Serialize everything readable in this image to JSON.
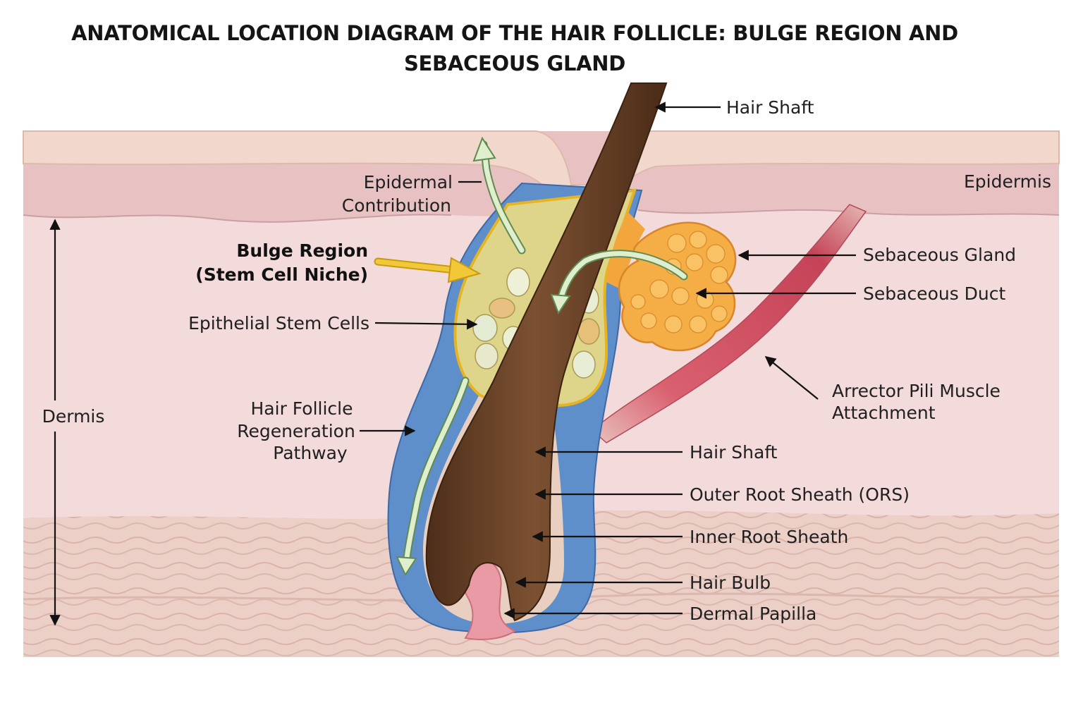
{
  "title": {
    "line1": "ANATOMICAL LOCATION DIAGRAM OF THE HAIR FOLLICLE: BULGE REGION AND",
    "line2": "SEBACEOUS GLAND"
  },
  "labels": {
    "hair_shaft_top": "Hair Shaft",
    "epidermis": "Epidermis",
    "epidermal_contribution_1": "Epidermal",
    "epidermal_contribution_2": "Contribution",
    "bulge_region_1": "Bulge Region",
    "bulge_region_2": "(Stem Cell Niche)",
    "epithelial_stem_cells": "Epithelial Stem Cells",
    "dermis": "Dermis",
    "regeneration_1": "Hair Follicle",
    "regeneration_2": "Regeneration",
    "regeneration_3": "Pathway",
    "sebaceous_gland": "Sebaceous Gland",
    "sebaceous_duct": "Sebaceous Duct",
    "arrector_1": "Arrector Pili Muscle",
    "arrector_2": "Attachment",
    "hair_shaft_mid": "Hair Shaft",
    "outer_root_sheath": "Outer Root Sheath (ORS)",
    "inner_root_sheath": "Inner Root Sheath",
    "hair_bulb": "Hair Bulb",
    "dermal_papilla": "Dermal Papilla"
  },
  "colors": {
    "dermis": "#f2d6d8",
    "epidermis": "#e9c3c4",
    "stratum": "#f1d7cf",
    "hypodermis": "#eccfc8",
    "ors_blue": "#5f8fca",
    "bulge_yellow": "#e8b923",
    "hair_brown": "#6e4428",
    "sebaceous_orange": "#f5ad45",
    "muscle_red": "#c9485b",
    "papilla_pink": "#e99aa5",
    "pathway_green": "#dfeecd"
  }
}
